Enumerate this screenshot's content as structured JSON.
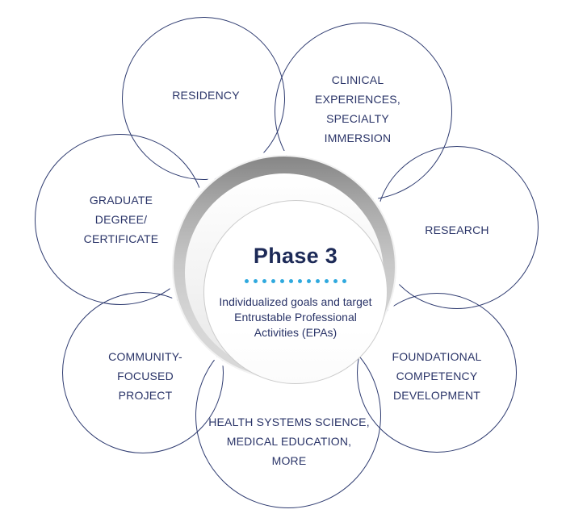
{
  "diagram": {
    "title": "Phase 3 curriculum wheel",
    "center": {
      "title": "Phase 3",
      "description": "Individualized goals and target\nEntrustable Professional\nActivities (EPAs)",
      "dot_count": 12
    },
    "petals": [
      {
        "id": "residency",
        "label": "RESIDENCY"
      },
      {
        "id": "clinical-experiences",
        "label": "CLINICAL\nEXPERIENCES,\nSPECIALTY\nIMMERSION"
      },
      {
        "id": "research",
        "label": "RESEARCH"
      },
      {
        "id": "foundational-competency",
        "label": "FOUNDATIONAL\nCOMPETENCY\nDEVELOPMENT"
      },
      {
        "id": "health-systems",
        "label": "HEALTH SYSTEMS SCIENCE,\nMEDICAL EDUCATION,\nMORE"
      },
      {
        "id": "community-project",
        "label": "COMMUNITY-\nFOCUSED\nPROJECT"
      },
      {
        "id": "graduate-degree",
        "label": "GRADUATE\nDEGREE/\nCERTIFICATE"
      }
    ],
    "colors": {
      "outline": "#2E3B70",
      "label": "#2A3468",
      "title": "#1D2A57",
      "accent_dots": "#2FA9DE"
    }
  }
}
